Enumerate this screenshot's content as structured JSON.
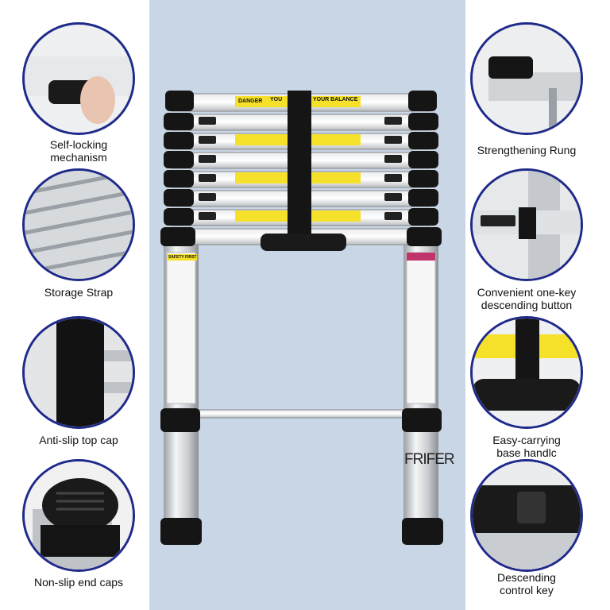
{
  "features_left": [
    {
      "line1": "Self-locking",
      "line2": "mechanism"
    },
    {
      "line1": "Storage Strap",
      "line2": ""
    },
    {
      "line1": "Anti-slip top cap",
      "line2": ""
    },
    {
      "line1": "Non-slip end caps",
      "line2": ""
    }
  ],
  "features_right": [
    {
      "line1": "Strengthening Rung",
      "line2": ""
    },
    {
      "line1": "Convenient one-key",
      "line2": "descending button"
    },
    {
      "line1": "Easy-carrying",
      "line2": "base handlc"
    },
    {
      "line1": "Descending",
      "line2": "control key"
    }
  ],
  "ladder": {
    "brand": "FRIFER",
    "safety_label": "SAFETY FIRST",
    "danger_text": "DANGER",
    "balance_text": "YOUR BALANCE",
    "you_text": "YOU"
  },
  "colors": {
    "circle_border": "#1f2a8a",
    "panel_bg": "#c9d6e6",
    "warning_yellow": "#f5e12a"
  }
}
